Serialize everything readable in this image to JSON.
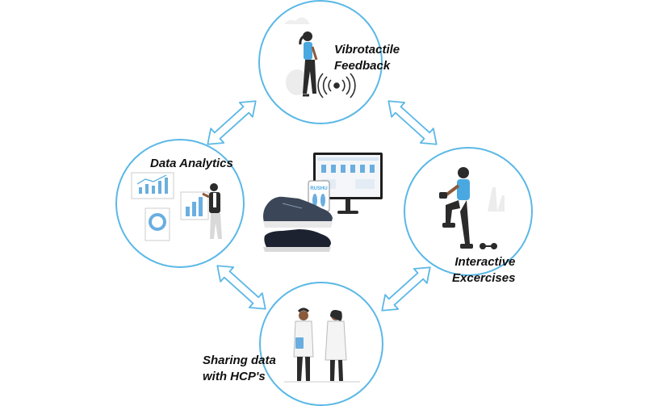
{
  "nodes": {
    "vibrotactile": {
      "line1": "Vibrotactile",
      "line2": "Feedback"
    },
    "data_analytics": {
      "line1": "Data Analytics"
    },
    "interactive": {
      "line1": "Interactive",
      "line2": "Excercises"
    },
    "sharing": {
      "line1": "Sharing data",
      "line2": "with HCP's"
    }
  },
  "center": {
    "monitor_brand": "RUSHU"
  },
  "colors": {
    "ring": "#5bb8e6",
    "accent": "#4aa8e0",
    "skin": "#8a5a3c",
    "dark": "#2b2b2b",
    "shoe": "#3b4658",
    "chart_blue": "#6aaee0"
  }
}
